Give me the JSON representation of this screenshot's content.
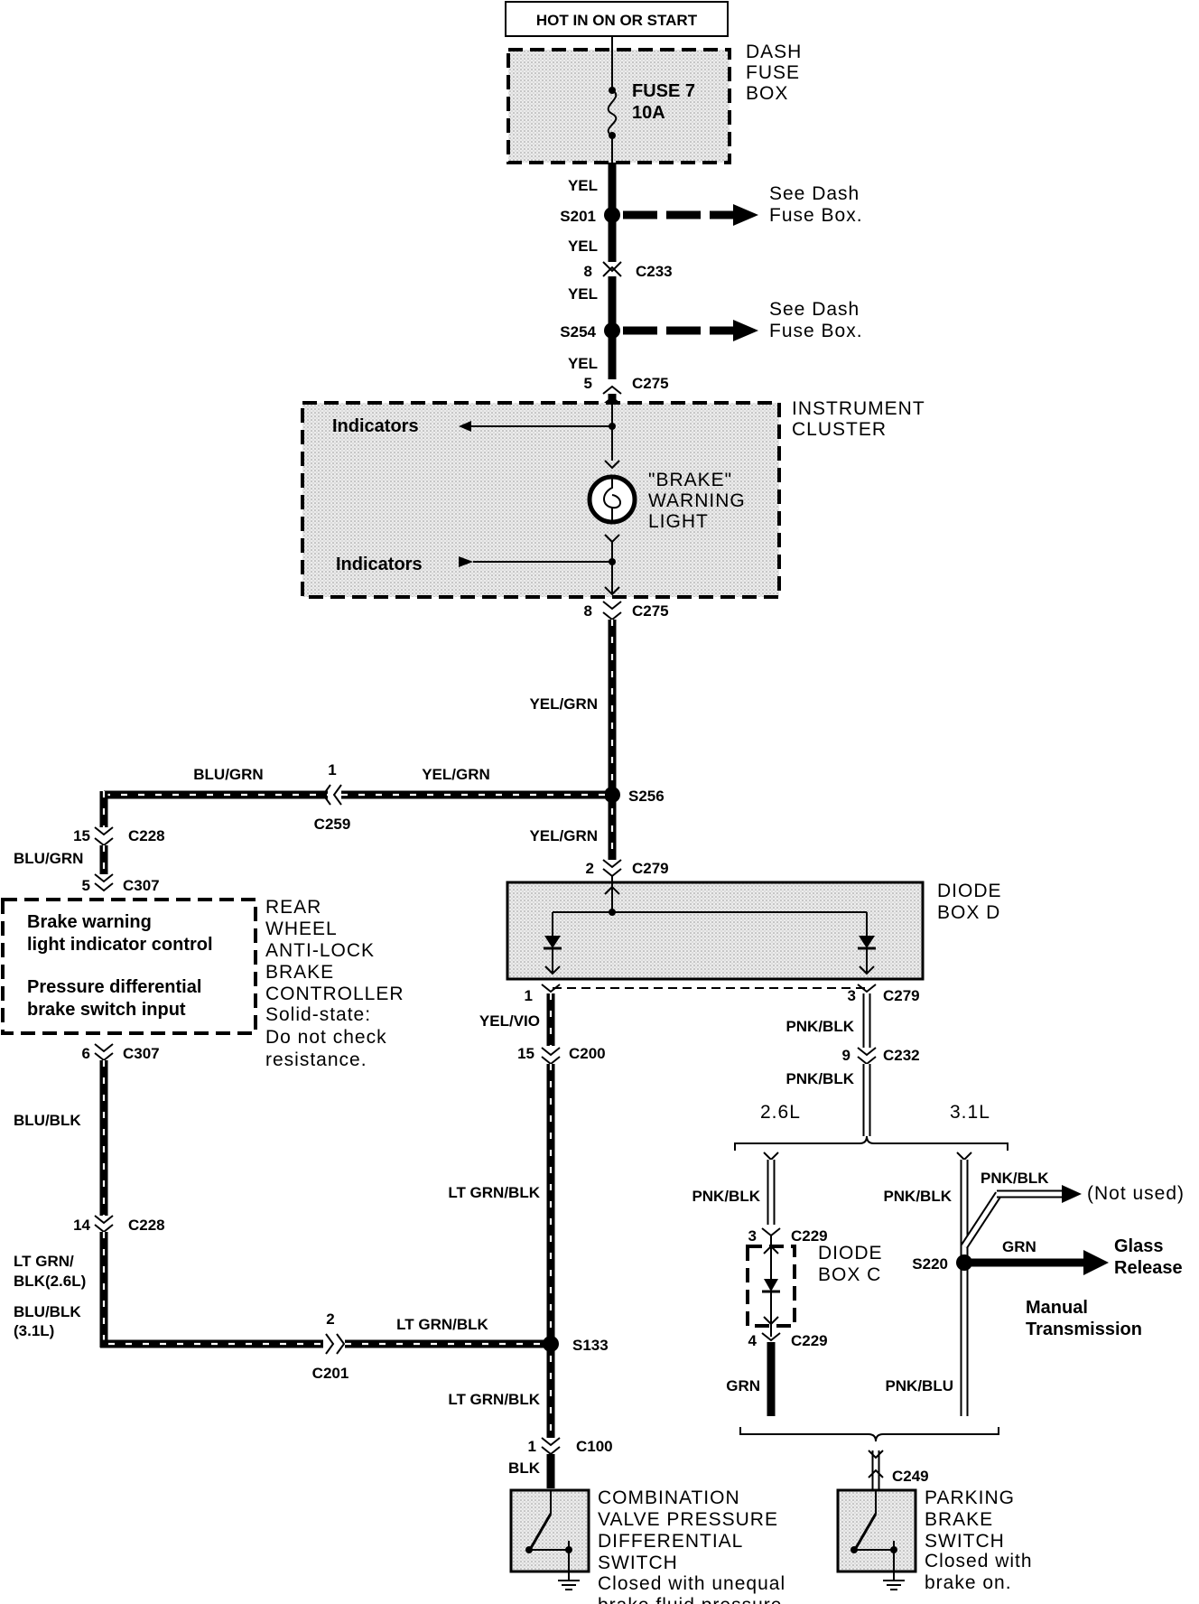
{
  "source": {
    "hot_label": "HOT IN ON OR START",
    "dash_fuse_box": [
      "DASH",
      "FUSE",
      "BOX"
    ],
    "fuse": [
      "FUSE 7",
      "10A"
    ]
  },
  "splices": {
    "s201": "S201",
    "s254": "S254",
    "s256": "S256",
    "s133": "S133",
    "s220": "S220"
  },
  "see_dash": [
    "See Dash",
    "Fuse Box."
  ],
  "connectors": {
    "c233": "C233",
    "c233_pin": "8",
    "c275_top": "C275",
    "c275_top_pin": "5",
    "c275_bot": "C275",
    "c275_bot_pin": "8",
    "c259": "C259",
    "c259_pin": "1",
    "c228_top": "C228",
    "c228_top_pin": "15",
    "c307_top": "C307",
    "c307_top_pin": "5",
    "c279_top": "C279",
    "c279_top_pin": "2",
    "c279_left_pin": "1",
    "c279_right": "C279",
    "c279_right_pin": "3",
    "c200": "C200",
    "c200_pin": "15",
    "c232": "C232",
    "c232_pin": "9",
    "c307_bot": "C307",
    "c307_bot_pin": "6",
    "c228_bot": "C228",
    "c228_bot_pin": "14",
    "c201": "C201",
    "c201_pin": "2",
    "c229_top": "C229",
    "c229_top_pin": "3",
    "c229_bot": "C229",
    "c229_bot_pin": "4",
    "c100": "C100",
    "c100_pin": "1",
    "c249": "C249"
  },
  "wires": {
    "yel": "YEL",
    "yel_grn": "YEL/GRN",
    "blu_grn": "BLU/GRN",
    "yel_vio": "YEL/VIO",
    "pnk_blk": "PNK/BLK",
    "blu_blk": "BLU/BLK",
    "lt_grn_blk": "LT GRN/BLK",
    "lt_grn_blk_26": [
      "LT GRN/",
      "BLK(2.6L)"
    ],
    "blu_blk_31": [
      "BLU/BLK",
      "(3.1L)"
    ],
    "grn": "GRN",
    "pnk_blu": "PNK/BLU",
    "blk": "BLK"
  },
  "instrument_cluster": {
    "title": [
      "INSTRUMENT",
      "CLUSTER"
    ],
    "indicators_top": "Indicators",
    "indicators_bottom": "Indicators",
    "light": [
      "\"BRAKE\"",
      "WARNING",
      "LIGHT"
    ]
  },
  "diode_box_d": [
    "DIODE",
    "BOX D"
  ],
  "diode_box_c": [
    "DIODE",
    "BOX C"
  ],
  "controller": {
    "box_lines": [
      "Brake warning",
      "light indicator control",
      "Pressure differential",
      "brake switch input"
    ],
    "title": [
      "REAR",
      "WHEEL",
      "ANTI-LOCK",
      "BRAKE",
      "CONTROLLER"
    ],
    "note": [
      "Solid-state:",
      "Do not check",
      "resistance."
    ]
  },
  "engine": {
    "l26": "2.6L",
    "l31": "3.1L"
  },
  "outputs": {
    "not_used": "(Not used)",
    "glass": [
      "Glass",
      "Release"
    ],
    "manual": [
      "Manual",
      "Transmission"
    ]
  },
  "switches": {
    "combination": [
      "COMBINATION",
      "VALVE PRESSURE",
      "DIFFERENTIAL",
      "SWITCH"
    ],
    "combination_note": [
      "Closed with unequal",
      "brake fluid pressure."
    ],
    "parking": [
      "PARKING",
      "BRAKE",
      "SWITCH"
    ],
    "parking_note": [
      "Closed with",
      "brake on."
    ]
  }
}
